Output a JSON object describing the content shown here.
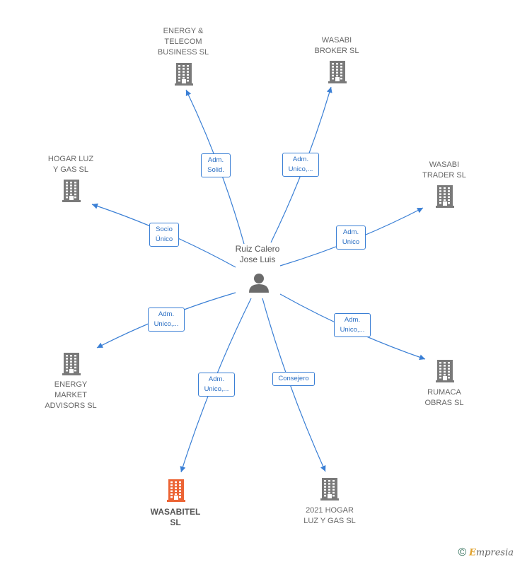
{
  "center": {
    "label": "Ruiz Calero\nJose Luis",
    "icon": "person-icon"
  },
  "colors": {
    "edge": "#3a7fd5",
    "building": "#7a7a7a",
    "highlight": "#ec6435"
  },
  "nodes": [
    {
      "id": "energy-telecom",
      "label": "ENERGY &\nTELECOM\nBUSINESS  SL",
      "icon": "building-icon",
      "relation": "Adm.\nSolid."
    },
    {
      "id": "wasabi-broker",
      "label": "WASABI\nBROKER  SL",
      "icon": "building-icon",
      "relation": "Adm.\nUnico,..."
    },
    {
      "id": "hogar-luz-gas",
      "label": "HOGAR LUZ\nY GAS  SL",
      "icon": "building-icon",
      "relation": "Socio\nÚnico"
    },
    {
      "id": "wasabi-trader",
      "label": "WASABI\nTRADER  SL",
      "icon": "building-icon",
      "relation": "Adm.\nUnico"
    },
    {
      "id": "energy-market",
      "label": "ENERGY\nMARKET\nADVISORS  SL",
      "icon": "building-icon",
      "relation": "Adm.\nUnico,..."
    },
    {
      "id": "rumaca-obras",
      "label": "RUMACA\nOBRAS SL",
      "icon": "building-icon",
      "relation": "Adm.\nUnico,..."
    },
    {
      "id": "wasabitel",
      "label": "WASABITEL\nSL",
      "icon": "building-icon",
      "relation": "Adm.\nUnico,...",
      "highlight": true
    },
    {
      "id": "2021-hogar",
      "label": "2021 HOGAR\nLUZ Y GAS  SL",
      "icon": "building-icon",
      "relation": "Consejero"
    }
  ],
  "watermark": {
    "symbol": "©",
    "brand_first": "E",
    "brand_rest": "mpresia"
  }
}
